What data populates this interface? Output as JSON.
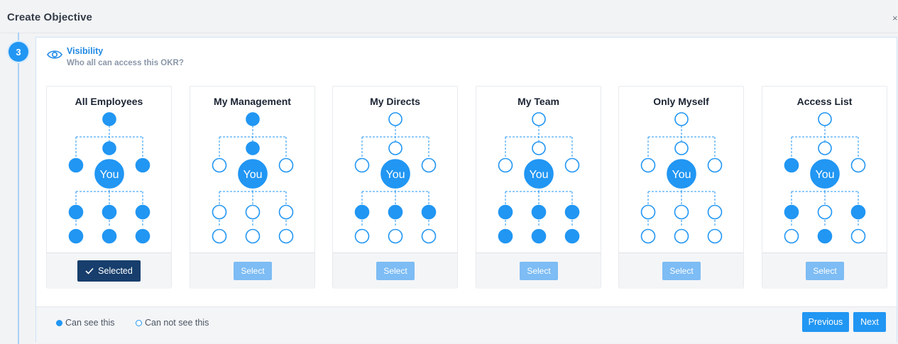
{
  "modal": {
    "title": "Create Objective",
    "close_label": "×"
  },
  "step": {
    "number": "3",
    "title": "Visibility",
    "subtitle": "Who all can access this OKR?"
  },
  "colors": {
    "accent": "#2196f3",
    "selected_button": "#173e6c",
    "select_button": "#7dbcf4"
  },
  "cards": [
    {
      "title": "All Employees",
      "selected": true,
      "button_label": "Selected",
      "visibility": {
        "manager": true,
        "parent": true,
        "peer_left": true,
        "peer_right": true,
        "directs": [
          true,
          true,
          true
        ],
        "sub_directs": [
          true,
          true,
          true
        ]
      }
    },
    {
      "title": "My Management",
      "selected": false,
      "button_label": "Select",
      "visibility": {
        "manager": true,
        "parent": true,
        "peer_left": false,
        "peer_right": false,
        "directs": [
          false,
          false,
          false
        ],
        "sub_directs": [
          false,
          false,
          false
        ]
      }
    },
    {
      "title": "My Directs",
      "selected": false,
      "button_label": "Select",
      "visibility": {
        "manager": false,
        "parent": false,
        "peer_left": false,
        "peer_right": false,
        "directs": [
          true,
          true,
          true
        ],
        "sub_directs": [
          false,
          false,
          false
        ]
      }
    },
    {
      "title": "My Team",
      "selected": false,
      "button_label": "Select",
      "visibility": {
        "manager": false,
        "parent": false,
        "peer_left": false,
        "peer_right": false,
        "directs": [
          true,
          true,
          true
        ],
        "sub_directs": [
          true,
          true,
          true
        ]
      }
    },
    {
      "title": "Only Myself",
      "selected": false,
      "button_label": "Select",
      "visibility": {
        "manager": false,
        "parent": false,
        "peer_left": false,
        "peer_right": false,
        "directs": [
          false,
          false,
          false
        ],
        "sub_directs": [
          false,
          false,
          false
        ]
      }
    },
    {
      "title": "Access List",
      "selected": false,
      "button_label": "Select",
      "visibility": {
        "manager": false,
        "parent": false,
        "peer_left": true,
        "peer_right": false,
        "directs": [
          true,
          false,
          true
        ],
        "sub_directs": [
          false,
          true,
          false
        ]
      }
    }
  ],
  "you_label": "You",
  "legend": {
    "can_see": "Can see this",
    "cannot_see": "Can not see this"
  },
  "buttons": {
    "previous": "Previous",
    "next": "Next"
  }
}
